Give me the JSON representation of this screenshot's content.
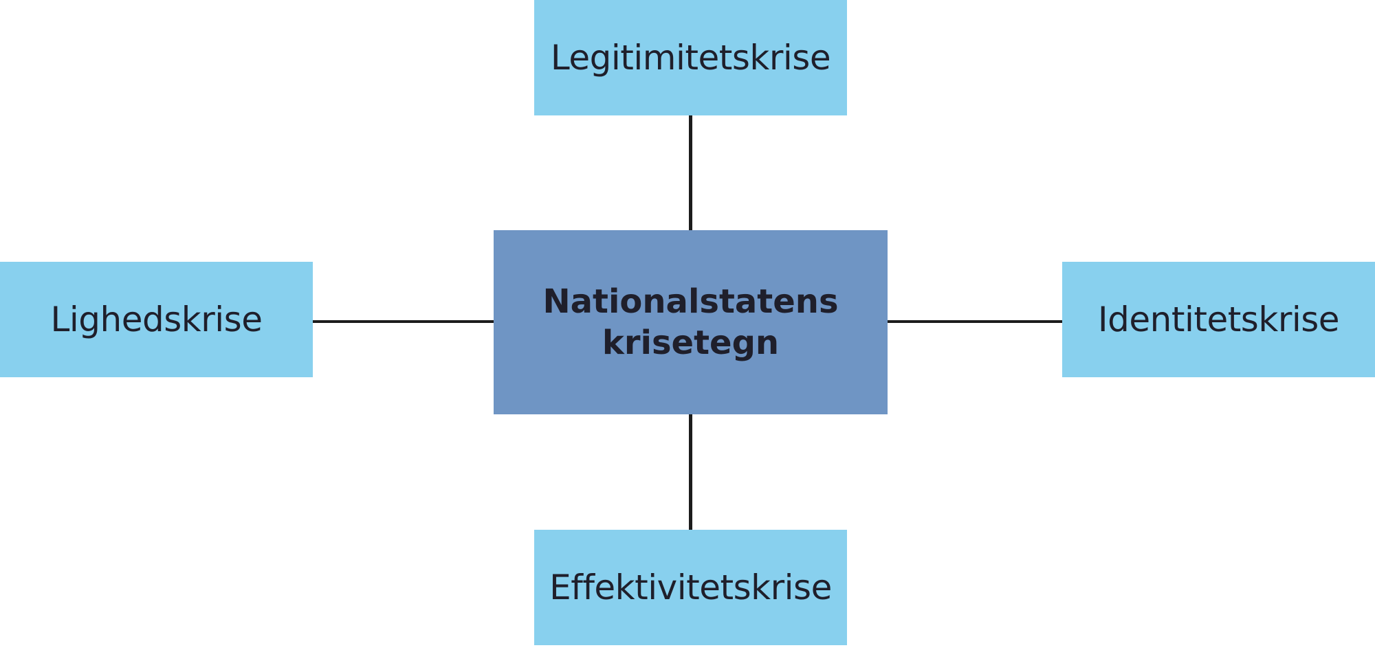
{
  "diagram": {
    "center": {
      "line1": "Nationalstatens",
      "line2": "krisetegn"
    },
    "nodes": {
      "top": "Legitimitetskrise",
      "left": "Lighedskrise",
      "right": "Identitetskrise",
      "bottom": "Effektivitetskrise"
    },
    "colors": {
      "outer_box": "#88d0ee",
      "center_box": "#6f95c4",
      "connector": "#1c1c1c",
      "text": "#1f1f2b"
    }
  }
}
